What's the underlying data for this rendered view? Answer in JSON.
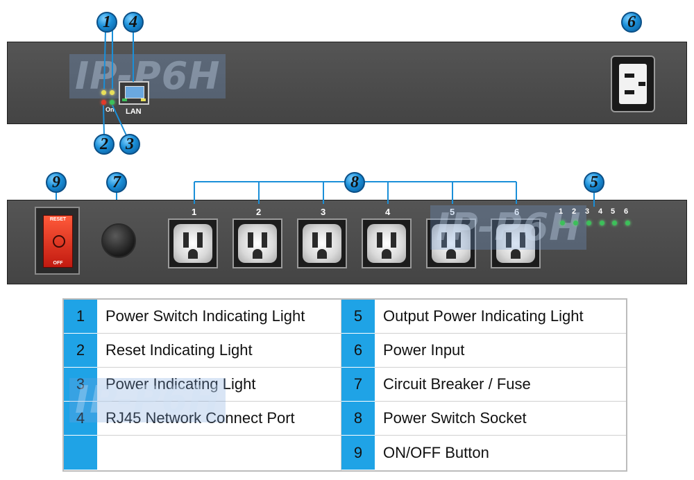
{
  "watermark": "IP-P6H",
  "rear_panel": {
    "on_label": "On",
    "lan_label": "LAN"
  },
  "front_panel": {
    "switch_top_label": "RESET",
    "switch_bottom_label": "OFF",
    "outlet_numbers": [
      "1",
      "2",
      "3",
      "4",
      "5",
      "6"
    ],
    "indicator_numbers": [
      "1",
      "2",
      "3",
      "4",
      "5",
      "6"
    ]
  },
  "callouts": [
    "1",
    "2",
    "3",
    "4",
    "5",
    "6",
    "7",
    "8",
    "9"
  ],
  "legend": {
    "left": [
      {
        "num": "1",
        "text": "Power Switch Indicating Light"
      },
      {
        "num": "2",
        "text": "Reset Indicating Light"
      },
      {
        "num": "3",
        "text": "Power Indicating Light"
      },
      {
        "num": "4",
        "text": "RJ45 Network Connect Port"
      },
      {
        "num": "",
        "text": ""
      }
    ],
    "right": [
      {
        "num": "5",
        "text": "Output Power Indicating Light"
      },
      {
        "num": "6",
        "text": "Power Input"
      },
      {
        "num": "7",
        "text": "Circuit Breaker / Fuse"
      },
      {
        "num": "8",
        "text": "Power Switch Socket"
      },
      {
        "num": "9",
        "text": "ON/OFF Button"
      }
    ]
  },
  "colors": {
    "callout_blue": "#1a8fd8",
    "legend_num_bg": "#1fa3e6",
    "panel": "#4a4a4a",
    "led_green": "#3cc05a",
    "led_yellow": "#e8e05a",
    "led_red": "#e23a2a"
  }
}
